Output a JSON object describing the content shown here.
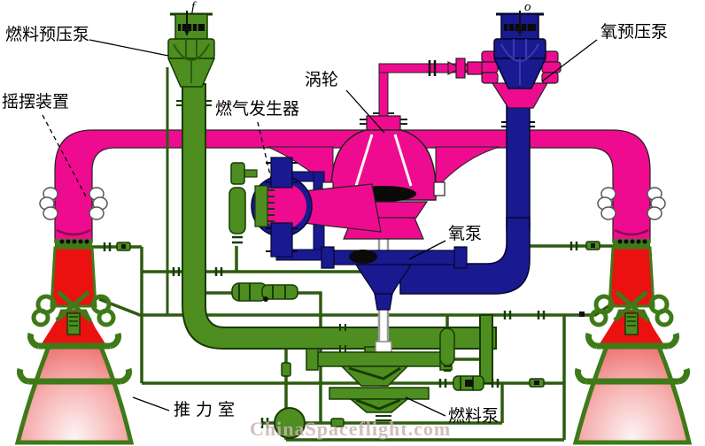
{
  "diagram": {
    "type": "rocket-engine-schematic",
    "labels": {
      "fuel_booster_pump": "燃料预压泵",
      "swing_device": "摇摆装置",
      "gas_generator": "燃气发生器",
      "turbine": "涡轮",
      "oxygen_booster_pump": "氧预压泵",
      "oxygen_pump": "氧泵",
      "thrust_chamber": "推力室",
      "fuel_pump": "燃料泵"
    },
    "inlet_markers": {
      "fuel": "f",
      "oxygen": "o"
    },
    "watermark": "ChinaSpaceflight.com",
    "colors": {
      "hot_gas_magenta": "#EE0B90",
      "chamber_red": "#EB1111",
      "fuel_green": "#4E8D1F",
      "line_green": "#2D5B10",
      "oxygen_navy": "#191990",
      "watermark_gray": "#CBB2B2"
    }
  }
}
